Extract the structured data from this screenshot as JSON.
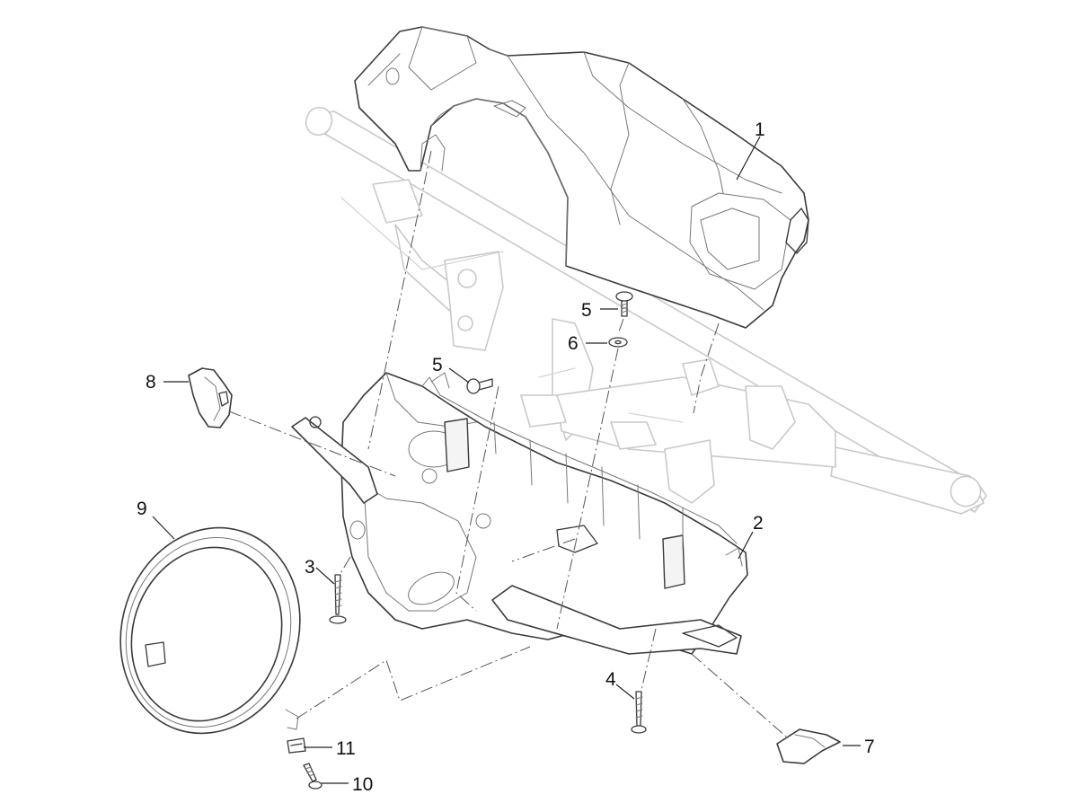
{
  "callouts": [
    {
      "id": "1",
      "text": "1"
    },
    {
      "id": "2",
      "text": "2"
    },
    {
      "id": "3",
      "text": "3"
    },
    {
      "id": "4",
      "text": "4"
    },
    {
      "id": "5a",
      "text": "5"
    },
    {
      "id": "5b",
      "text": "5"
    },
    {
      "id": "6",
      "text": "6"
    },
    {
      "id": "7",
      "text": "7"
    },
    {
      "id": "8",
      "text": "8"
    },
    {
      "id": "9",
      "text": "9"
    },
    {
      "id": "10",
      "text": "10"
    },
    {
      "id": "11",
      "text": "11"
    }
  ]
}
